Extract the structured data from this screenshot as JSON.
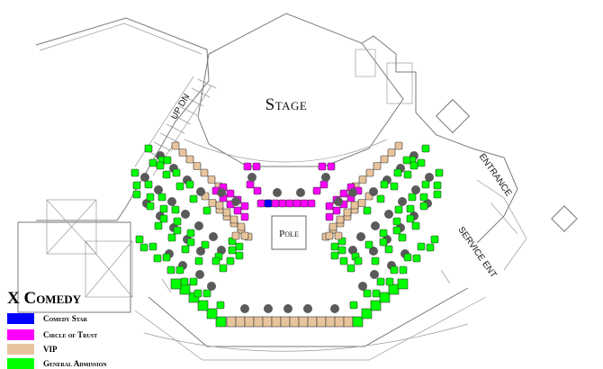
{
  "map": {
    "stage_label": "Stage",
    "pole_label": "Pole",
    "updown_label": "UP DN",
    "entrance_label": "ENTRANCE",
    "service_label": "SERVICE ENT"
  },
  "legend": {
    "title": "X Comedy",
    "items": [
      {
        "label": "Comedy Star",
        "color": "#0000ff"
      },
      {
        "label": "Circle of Trust",
        "color": "#ff00ff"
      },
      {
        "label": "VIP",
        "color": "#e8c49c"
      },
      {
        "label": "General Admission",
        "color": "#00ff00"
      }
    ]
  },
  "colors": {
    "table": "#5a5a5a",
    "general": "#00ff00",
    "vip": "#e8c49c",
    "circle": "#ff00ff",
    "star": "#0000ff",
    "outline": "#333333"
  }
}
